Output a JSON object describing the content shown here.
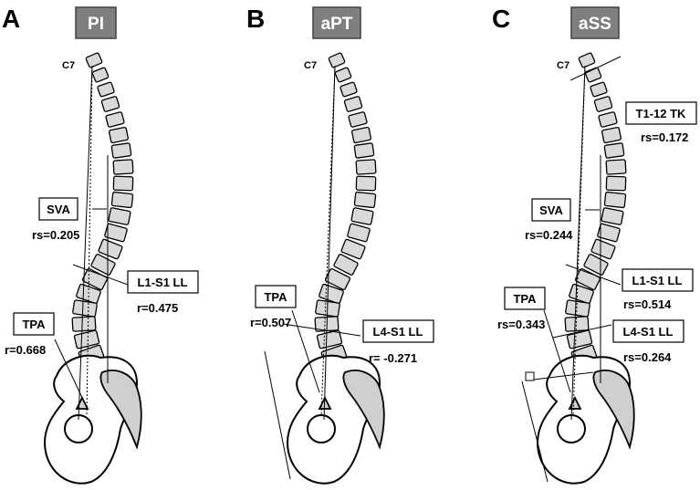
{
  "panels": [
    {
      "letter": "A",
      "title": "PI",
      "c7": "C7",
      "labels": [
        {
          "text": "SVA",
          "stat": "rs=0.205"
        },
        {
          "text": "L1-S1 LL",
          "stat": "r=0.475"
        },
        {
          "text": "TPA",
          "stat": "r=0.668"
        }
      ]
    },
    {
      "letter": "B",
      "title": "aPT",
      "c7": "C7",
      "labels": [
        {
          "text": "TPA",
          "stat": "r=0.507"
        },
        {
          "text": "L4-S1 LL",
          "stat": "r= -0.271"
        }
      ]
    },
    {
      "letter": "C",
      "title": "aSS",
      "c7": "C7",
      "labels": [
        {
          "text": "T1-12 TK",
          "stat": "rs=0.172"
        },
        {
          "text": "SVA",
          "stat": "rs=0.244"
        },
        {
          "text": "L1-S1 LL",
          "stat": "rs=0.514"
        },
        {
          "text": "TPA",
          "stat": "rs=0.343"
        },
        {
          "text": "L4-S1 LL",
          "stat": "rs=0.264"
        }
      ]
    }
  ],
  "colors": {
    "title_box": "#7f7f7f",
    "vertebra_fill": "#d9d9d9",
    "sacrum_fill": "#cfcfcf"
  }
}
